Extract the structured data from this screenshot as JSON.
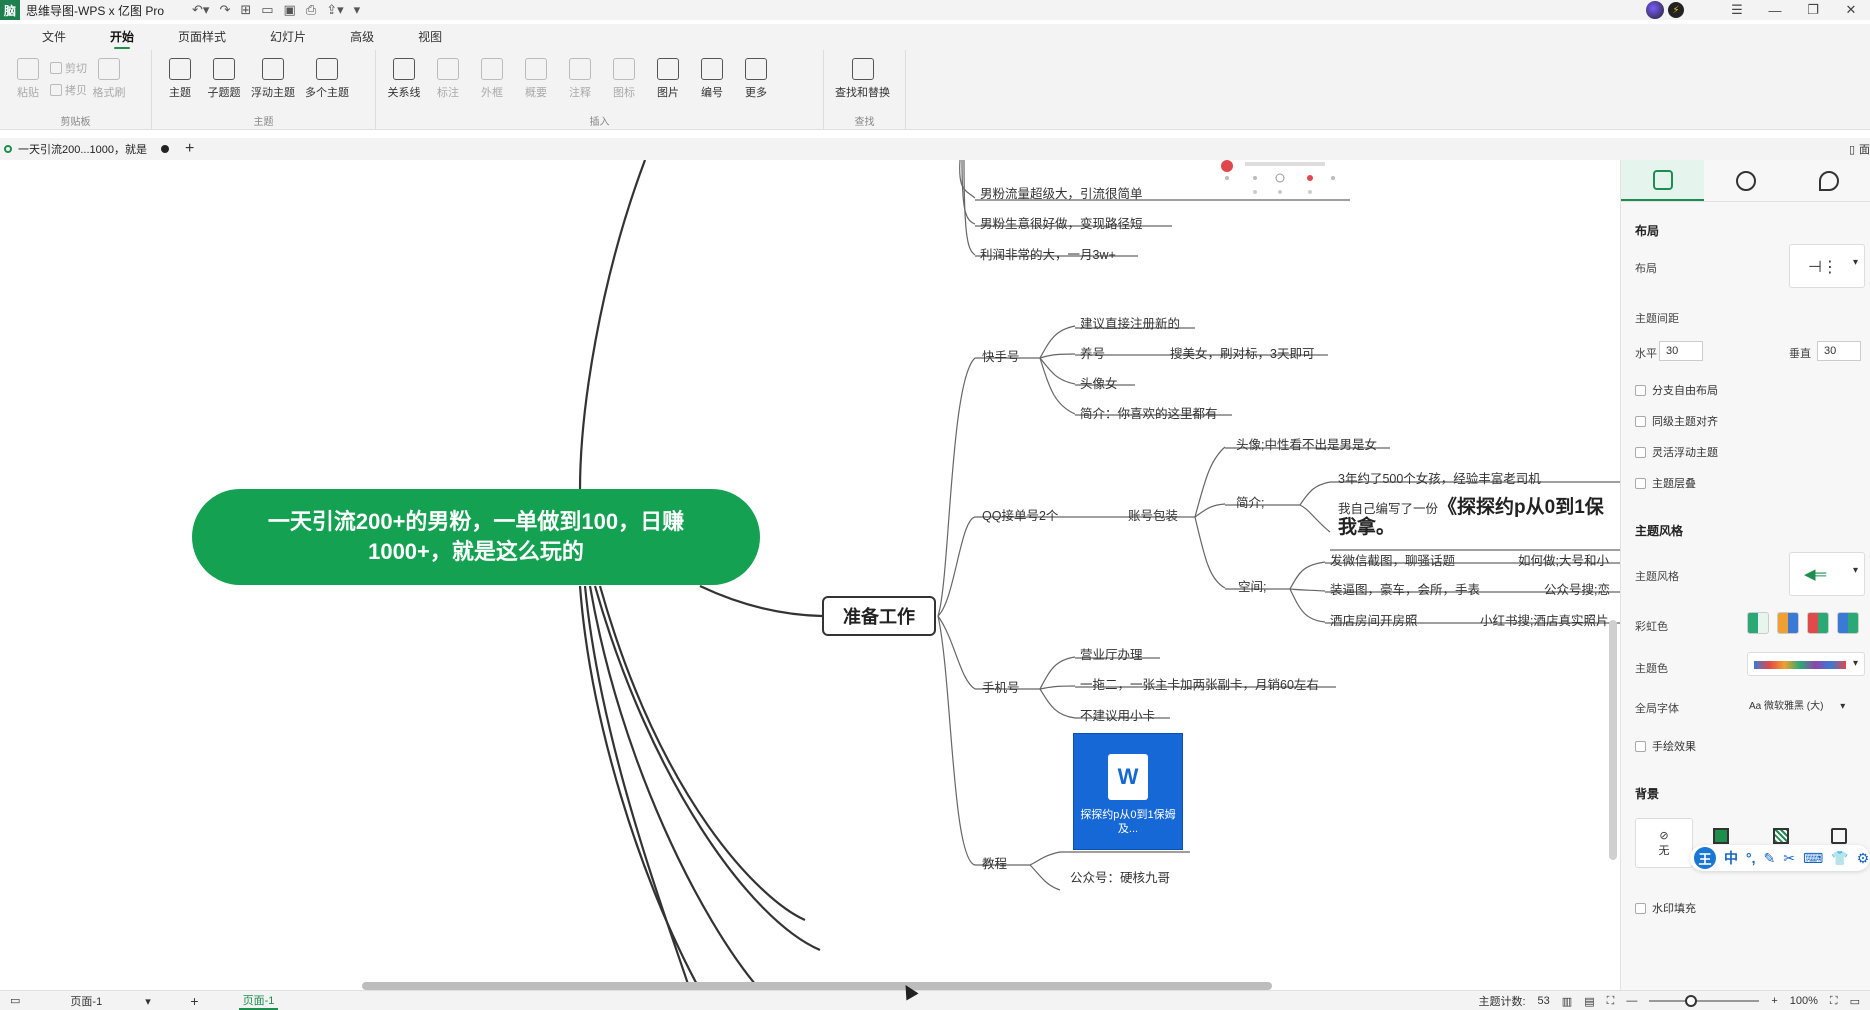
{
  "window": {
    "app_logo": "脑",
    "title": "思维导图-WPS x 亿图 Pro",
    "controls": [
      "☰",
      "—",
      "❐",
      "✕"
    ]
  },
  "menu": {
    "tabs": [
      "文件",
      "开始",
      "页面样式",
      "幻灯片",
      "高级",
      "视图"
    ],
    "active": "开始"
  },
  "ribbon": {
    "clipboard": {
      "paste": "粘贴",
      "cut": "剪切",
      "copy": "拷贝",
      "format_painter": "格式刷",
      "group_label": "剪贴板"
    },
    "topic": {
      "main_topic": "主题",
      "sub_topic": "子题题",
      "float_topic": "浮动主题",
      "multi_topic": "多个主题",
      "group_label": "主题"
    },
    "insert": {
      "relation": "关系线",
      "callout": "标注",
      "boundary": "外框",
      "summary": "概要",
      "note": "注释",
      "icon": "图标",
      "image": "图片",
      "numbering": "编号",
      "more": "更多",
      "group_label": "插入"
    },
    "find": {
      "find_replace": "查找和替换",
      "group_label": "查找"
    }
  },
  "doctab": {
    "name": "一天引流200...1000，就是",
    "add": "+",
    "right_label": "面"
  },
  "mindmap": {
    "root": "一天引流200+的男粉，一单做到100，日赚1000+，就是这么玩的",
    "main": "准备工作",
    "top_items": [
      "男粉流量超级大，引流很简单",
      "男粉生意很好做，变现路径短",
      "利润非常的大，一月3w+"
    ],
    "kuaishou": {
      "label": "快手号",
      "children": [
        "建议直接注册新的",
        "养号",
        "头像女",
        "简介：你喜欢的这里都有"
      ],
      "yang_detail": "搜美女，刷对标，3天即可"
    },
    "qq": {
      "label": "QQ接单号2个",
      "pack": "账号包装",
      "avatar": "头像;中性看不出是男是女",
      "intro_label": "简介;",
      "intro_1": "3年约了500个女孩，经验丰富老司机",
      "intro_2_small": "我自己编写了一份",
      "intro_2_big": "《探探约p从0到1保",
      "intro_2_line2": "我拿。",
      "space_label": "空间;",
      "space_items": [
        "发微信截图，聊骚话题",
        "装逼图，豪车，会所，手表",
        "酒店房间开房照"
      ],
      "space_right": [
        "如何做;大号和小",
        "公众号搜;恋",
        "小红书搜;酒店真实照片"
      ]
    },
    "phone": {
      "label": "手机号",
      "children": [
        "营业厅办理",
        "一拖二，一张主卡加两张副卡，月销60左右",
        "不建议用小卡"
      ]
    },
    "tutorial": {
      "label": "教程",
      "file_name": "探探约p从0到1保姆及...",
      "file_icon": "W",
      "public": "公众号：硬核九哥"
    }
  },
  "panel": {
    "section_layout": "布局",
    "layout_label": "布局",
    "spacing_label": "主题间距",
    "horizontal_label": "水平",
    "horizontal_value": "30",
    "vertical_label": "垂直",
    "vertical_value": "30",
    "checks1": [
      "分支自由布局",
      "同级主题对齐",
      "灵活浮动主题",
      "主题层叠"
    ],
    "section_style": "主题风格",
    "style_label": "主题风格",
    "rainbow_label": "彩虹色",
    "theme_color_label": "主题色",
    "font_label": "全局字体",
    "font_value": "微软雅黑 (大)",
    "font_prefix": "Aa",
    "hand_drawn": "手绘效果",
    "section_bg": "背景",
    "bg_none": "无",
    "watermark": "水印填充"
  },
  "floatbar": {
    "logo": "王",
    "items": [
      "中",
      "°,",
      "✎",
      "✂",
      "⌨",
      "👕",
      "⚙"
    ]
  },
  "status": {
    "page_select": "页面-1",
    "add": "+",
    "page_tab": "页面-1",
    "topic_count_label": "主题计数:",
    "topic_count": "53",
    "zoom": "100%"
  },
  "colors": {
    "accent": "#1e8e4e",
    "root": "#14a152",
    "file": "#1668d6"
  }
}
